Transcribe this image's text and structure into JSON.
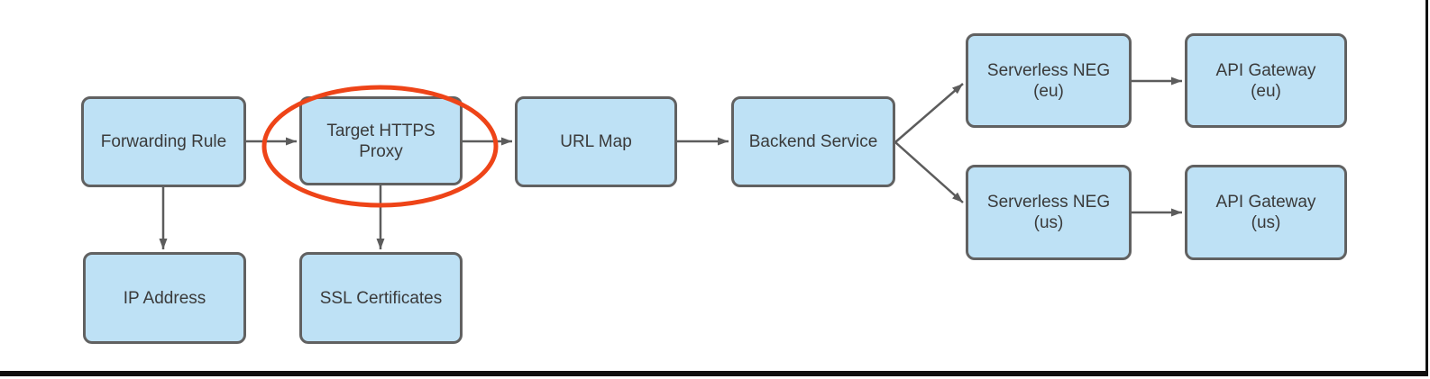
{
  "diagram": {
    "nodes": [
      {
        "id": "forwarding-rule",
        "label": "Forwarding Rule"
      },
      {
        "id": "target-https-proxy",
        "label": "Target HTTPS Proxy"
      },
      {
        "id": "url-map",
        "label": "URL Map"
      },
      {
        "id": "backend-service",
        "label": "Backend Service"
      },
      {
        "id": "serverless-neg-eu",
        "label": "Serverless NEG (eu)"
      },
      {
        "id": "api-gateway-eu",
        "label": "API Gateway (eu)"
      },
      {
        "id": "serverless-neg-us",
        "label": "Serverless NEG (us)"
      },
      {
        "id": "api-gateway-us",
        "label": "API Gateway (us)"
      },
      {
        "id": "ip-address",
        "label": "IP Address"
      },
      {
        "id": "ssl-certificates",
        "label": "SSL Certificates"
      }
    ],
    "edges": [
      {
        "from": "forwarding-rule",
        "to": "target-https-proxy"
      },
      {
        "from": "target-https-proxy",
        "to": "url-map"
      },
      {
        "from": "url-map",
        "to": "backend-service"
      },
      {
        "from": "backend-service",
        "to": "serverless-neg-eu"
      },
      {
        "from": "backend-service",
        "to": "serverless-neg-us"
      },
      {
        "from": "serverless-neg-eu",
        "to": "api-gateway-eu"
      },
      {
        "from": "serverless-neg-us",
        "to": "api-gateway-us"
      },
      {
        "from": "forwarding-rule",
        "to": "ip-address"
      },
      {
        "from": "target-https-proxy",
        "to": "ssl-certificates"
      }
    ],
    "annotation": {
      "shape": "ellipse",
      "around": "target-https-proxy",
      "color": "#EE4418"
    },
    "colors": {
      "node_fill": "#BEE1F5",
      "node_stroke": "#616161",
      "connector": "#5C5C5C",
      "highlight": "#EE4418",
      "text": "#3A3A3A",
      "frame": "#101010"
    }
  }
}
